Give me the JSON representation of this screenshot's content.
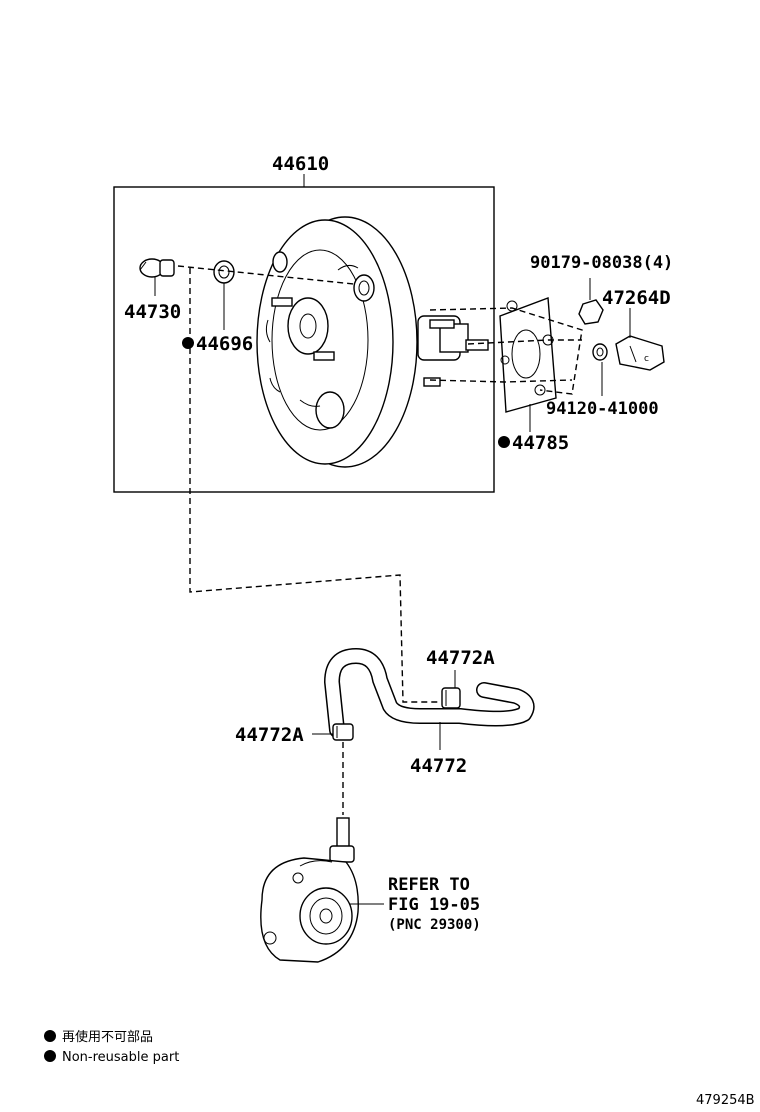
{
  "parts": {
    "booster_assembly": "44610",
    "check_valve": "44730",
    "grommet": "44696",
    "nut": "90179-08038(4)",
    "clip_bracket": "47264D",
    "clip_nut": "94120-41000",
    "gasket": "44785",
    "hose_clamp_upper": "44772A",
    "hose_clamp_lower": "44772A",
    "hose": "44772"
  },
  "reference": {
    "line1": "REFER TO",
    "line2": "FIG 19-05",
    "line3": "(PNC 29300)"
  },
  "legend": {
    "japanese": "再使用不可部品",
    "english": "Non-reusable part"
  },
  "figure_id": "479254B",
  "icons": {
    "non_reusable_marker": "filled-circle-icon"
  }
}
